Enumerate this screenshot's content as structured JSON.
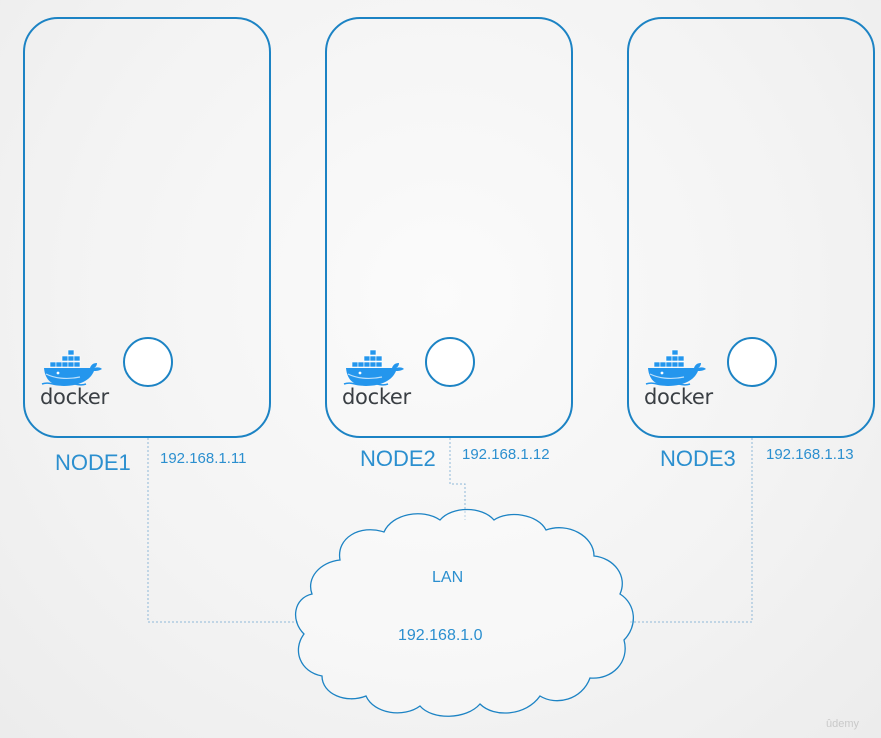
{
  "diagram": {
    "nodes": [
      {
        "label": "NODE1",
        "ip": "192.168.1.11",
        "engine": "docker"
      },
      {
        "label": "NODE2",
        "ip": "192.168.1.12",
        "engine": "docker"
      },
      {
        "label": "NODE3",
        "ip": "192.168.1.13",
        "engine": "docker"
      }
    ],
    "network": {
      "label": "LAN",
      "subnet": "192.168.1.0"
    },
    "watermark": "ûdemy",
    "colors": {
      "stroke": "#1c83c4",
      "label": "#2b8fcf",
      "docker_blue": "#2496ed",
      "docker_text": "#3a3f44",
      "link": "#8fb8d8"
    }
  }
}
